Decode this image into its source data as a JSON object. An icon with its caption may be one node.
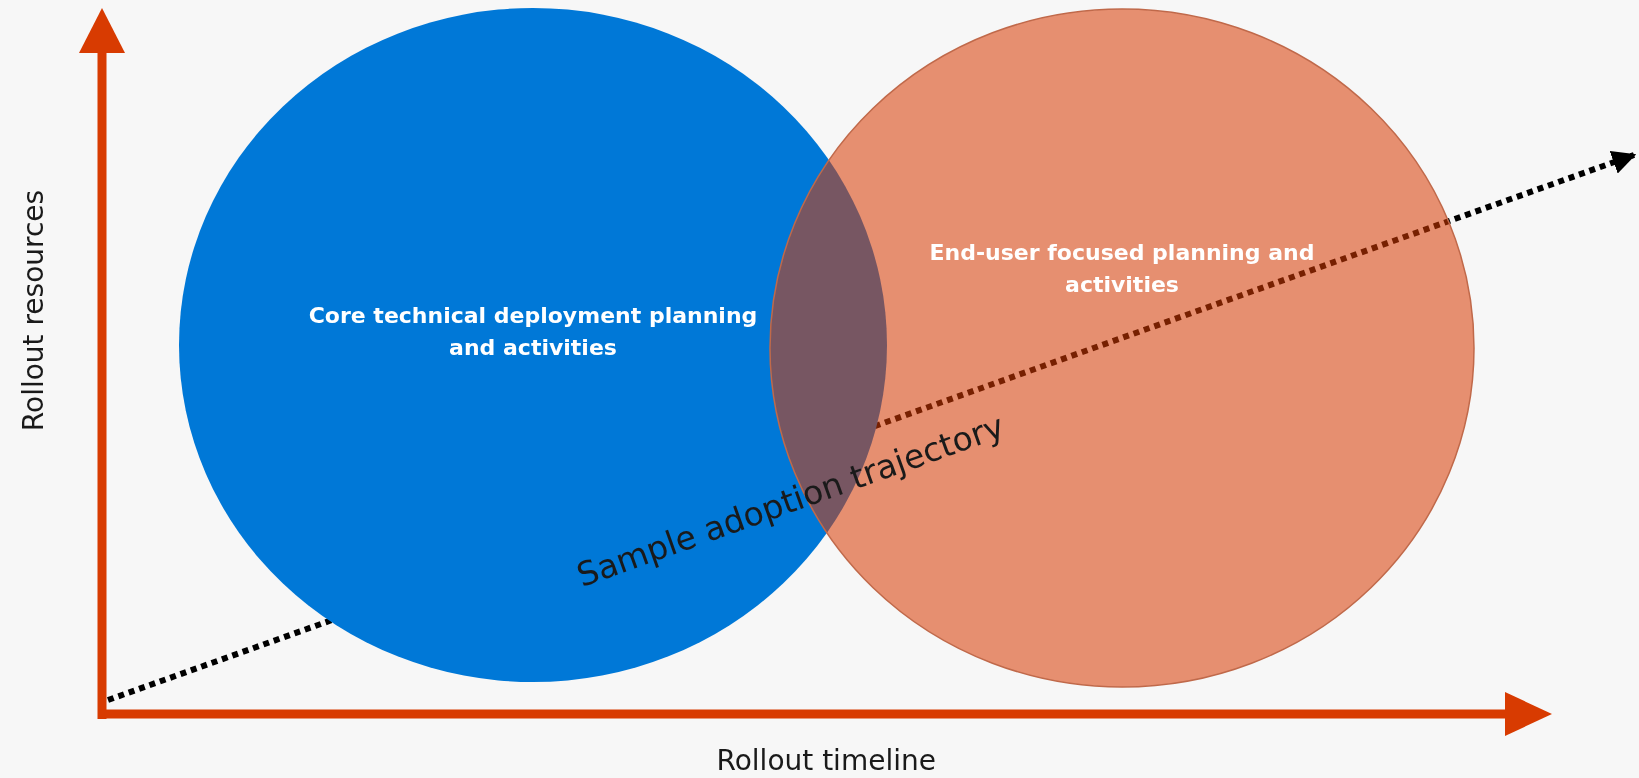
{
  "diagram": {
    "nodes": [
      {
        "text": [
          "Core technical deployment planning and activities"
        ]
      },
      {
        "text": [
          "End-user focused planning and activities"
        ]
      }
    ],
    "labels": [
      "Rollout resources",
      "Sample adoption trajectory",
      "Rollout timeline"
    ]
  }
}
